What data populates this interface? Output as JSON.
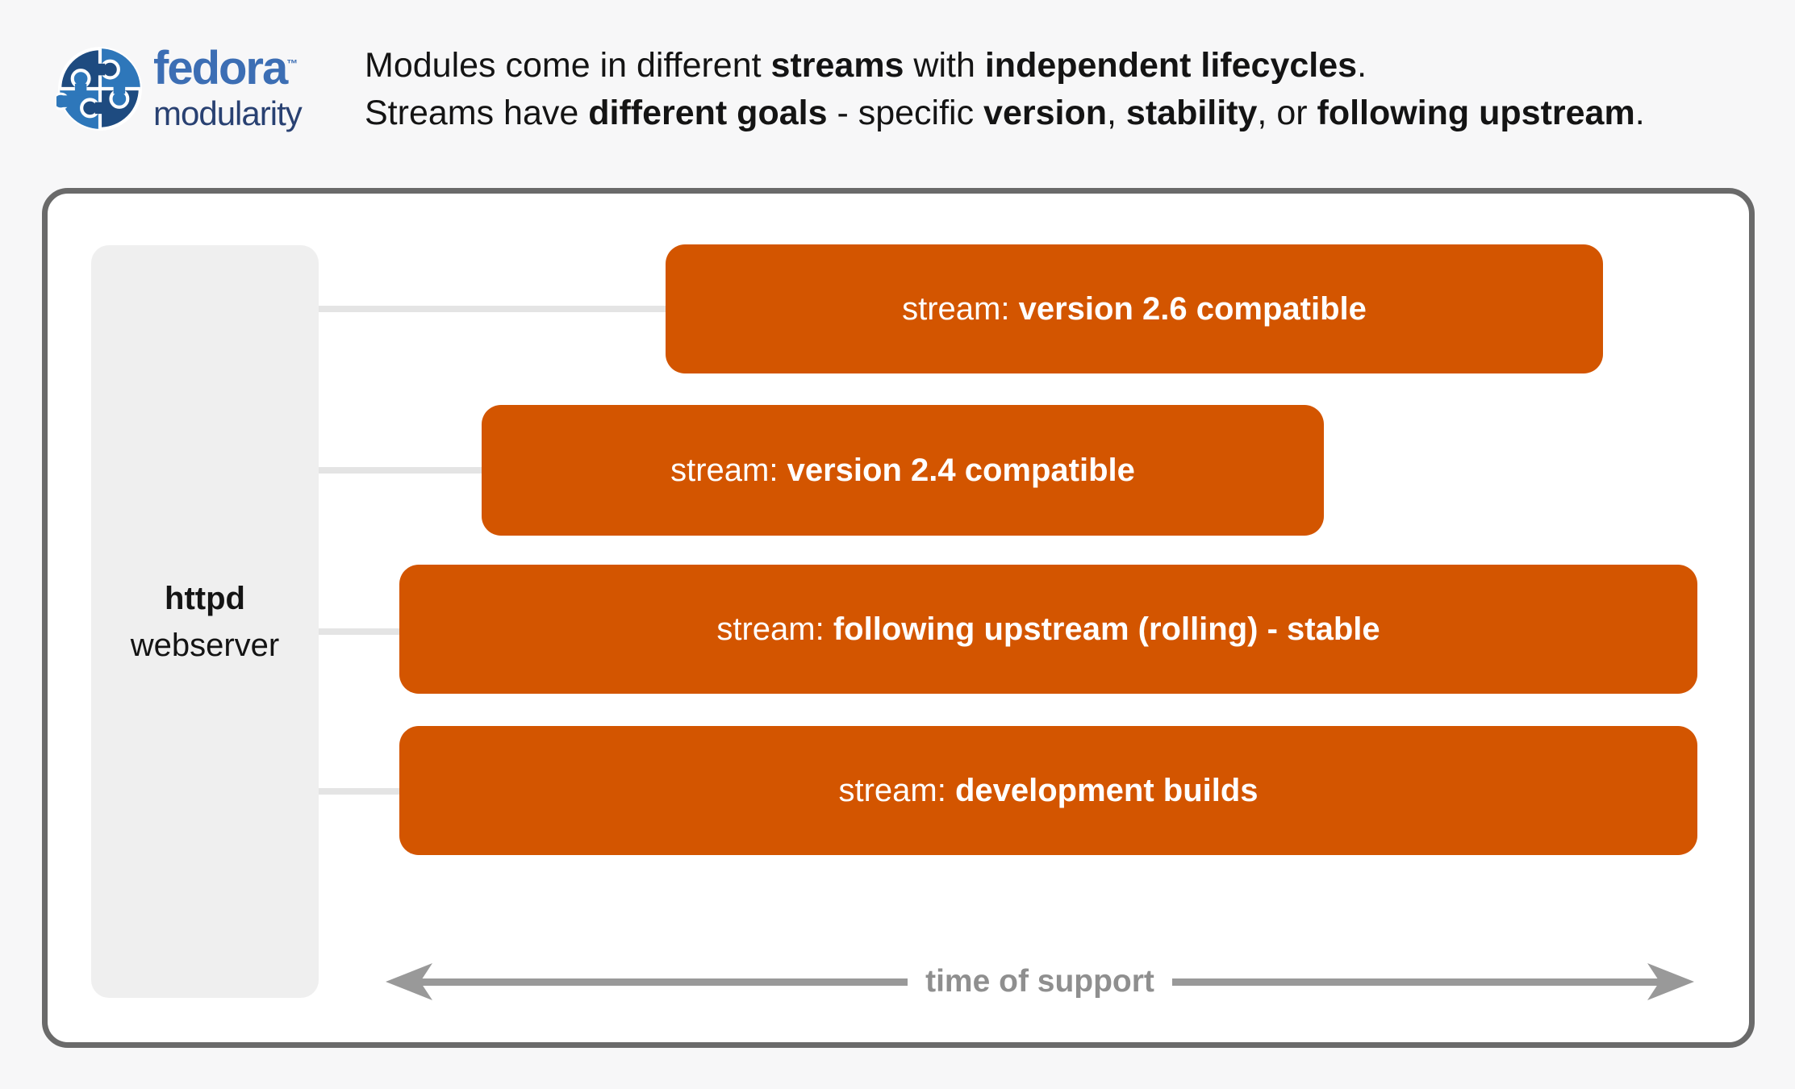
{
  "logo": {
    "brand": "fedora",
    "tm": "™",
    "sub": "modularity"
  },
  "header": {
    "line1": [
      {
        "text": "Modules come in different ",
        "bold": false
      },
      {
        "text": "streams",
        "bold": true
      },
      {
        "text": " with ",
        "bold": false
      },
      {
        "text": "independent lifecycles",
        "bold": true
      },
      {
        "text": ".",
        "bold": false
      }
    ],
    "line2": [
      {
        "text": "Streams have ",
        "bold": false
      },
      {
        "text": "different goals",
        "bold": true
      },
      {
        "text": " - specific ",
        "bold": false
      },
      {
        "text": "version",
        "bold": true
      },
      {
        "text": ", ",
        "bold": false
      },
      {
        "text": "stability",
        "bold": true
      },
      {
        "text": ", or ",
        "bold": false
      },
      {
        "text": "following upstream",
        "bold": true
      },
      {
        "text": ".",
        "bold": false
      }
    ]
  },
  "module": {
    "name": "httpd",
    "type": "webserver"
  },
  "streams": [
    {
      "prefix": "stream: ",
      "label": "version 2.6 compatible"
    },
    {
      "prefix": "stream: ",
      "label": "version 2.4 compatible"
    },
    {
      "prefix": "stream: ",
      "label": "following upstream (rolling) - stable"
    },
    {
      "prefix": "stream: ",
      "label": "development builds"
    }
  ],
  "axis": {
    "label": "time of support"
  },
  "colors": {
    "page_bg": "#f7f7f8",
    "panel_bg": "#ffffff",
    "panel_border": "#6a6a6a",
    "module_box_bg": "#efefef",
    "stream_bar": "#d35500",
    "stream_text": "#ffffff",
    "connector": "#e4e4e4",
    "axis_gray": "#999999",
    "axis_label": "#8f8f8f",
    "text_dark": "#141414",
    "logo_blue": "#3c6eb4",
    "logo_navy": "#294172",
    "logo_light_blue": "#2e77ba",
    "logo_dark_blue": "#1e4b80"
  }
}
